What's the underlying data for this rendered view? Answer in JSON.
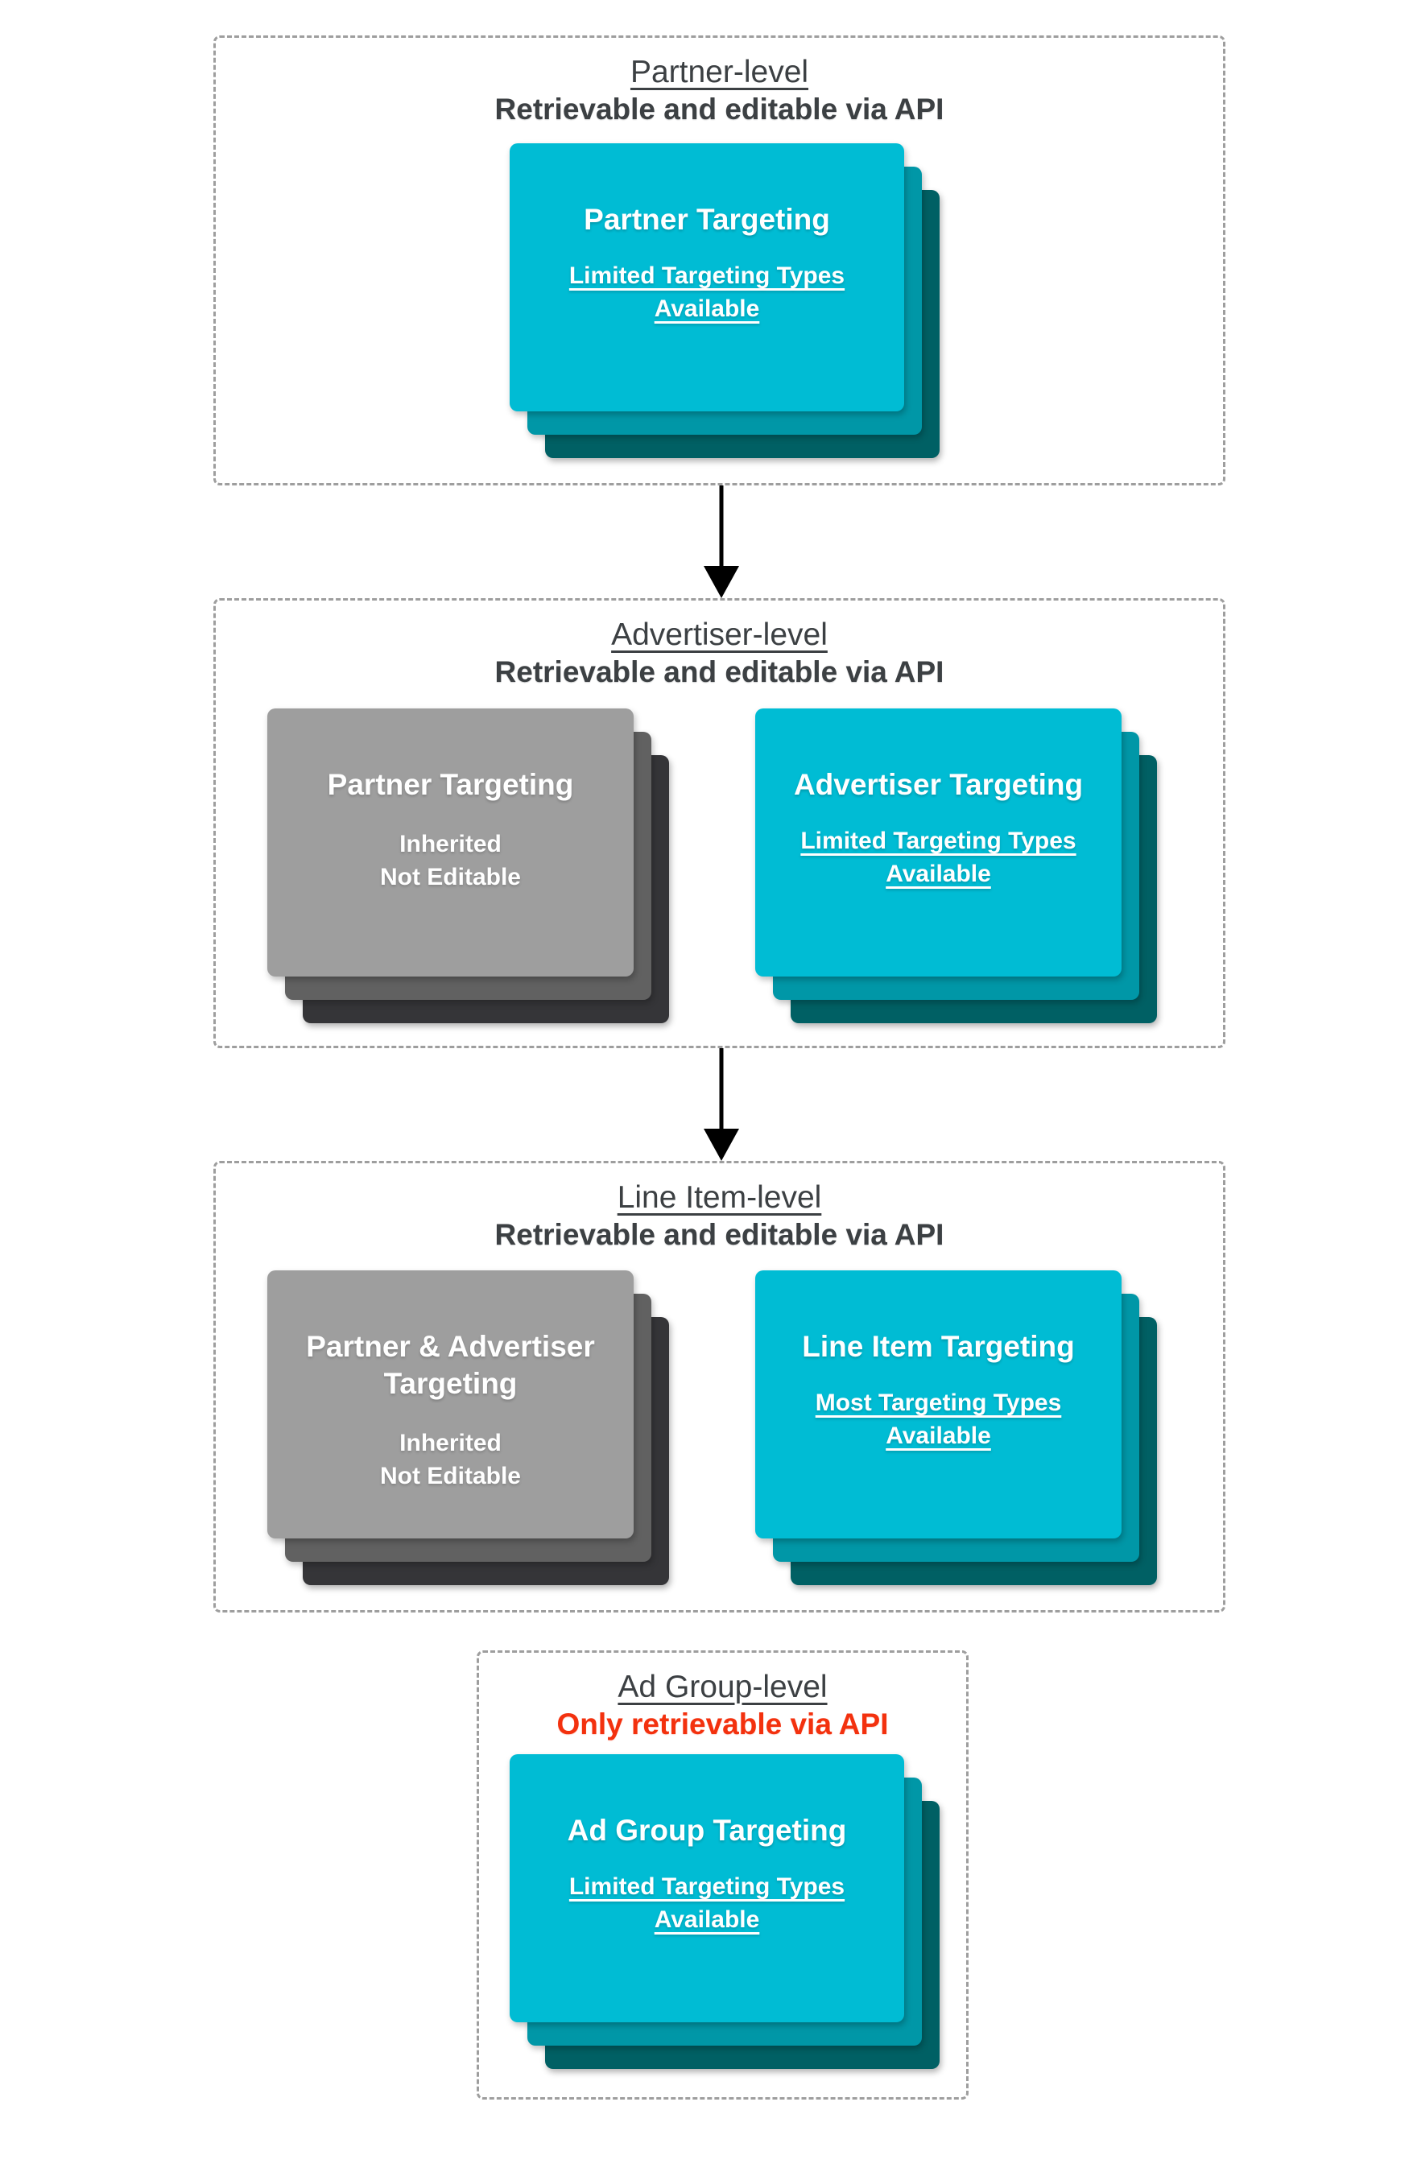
{
  "colors": {
    "teal_card": "#00bcd4",
    "teal_layer2": "#0097a7",
    "teal_layer3": "#006064",
    "gray_card": "#9e9e9e",
    "gray_layer2": "#616161",
    "gray_layer3": "#353538",
    "header_text": "#3c4043",
    "card_text": "#ffffff",
    "alert_red": "#f3310e",
    "dashed_border": "#9e9e9e",
    "arrow": "#000000"
  },
  "sections": [
    {
      "level_label": "Partner-level",
      "api_label": "Retrievable and editable via API",
      "cards": [
        {
          "style": "teal",
          "title": "Partner Targeting",
          "note": "Limited Targeting Types Available"
        }
      ]
    },
    {
      "level_label": "Advertiser-level",
      "api_label": "Retrievable and editable via API",
      "cards": [
        {
          "style": "gray",
          "title": "Partner Targeting",
          "note_line1": "Inherited",
          "note_line2": "Not Editable"
        },
        {
          "style": "teal",
          "title": "Advertiser Targeting",
          "note": "Limited Targeting Types Available"
        }
      ]
    },
    {
      "level_label": "Line Item-level",
      "api_label": "Retrievable and editable via API",
      "cards": [
        {
          "style": "gray",
          "title": "Partner & Advertiser Targeting",
          "note_line1": "Inherited",
          "note_line2": "Not Editable"
        },
        {
          "style": "teal",
          "title": "Line Item Targeting",
          "note": "Most Targeting Types Available"
        }
      ]
    },
    {
      "level_label": "Ad Group-level",
      "api_label": "Only retrievable via API",
      "cards": [
        {
          "style": "teal",
          "title": "Ad Group Targeting",
          "note": "Limited Targeting Types Available"
        }
      ]
    }
  ]
}
